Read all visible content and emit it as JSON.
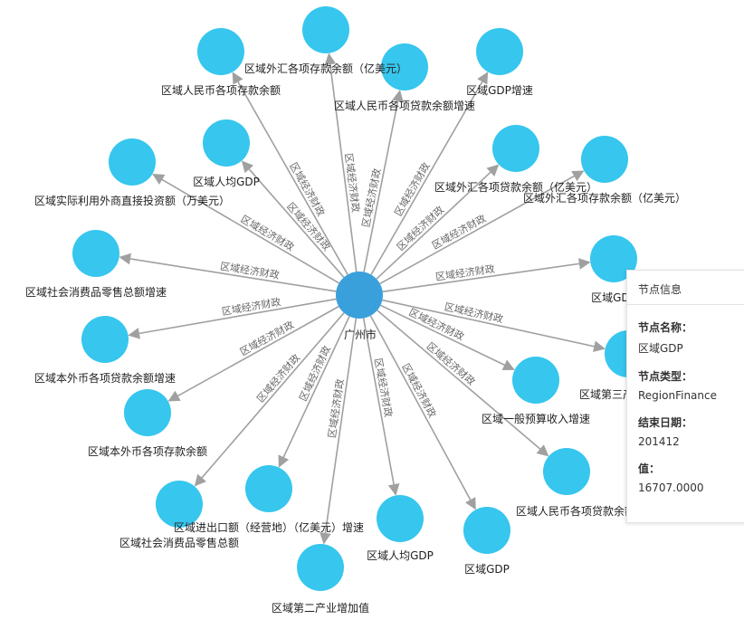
{
  "center": {
    "label": "广州市",
    "color": "#3aa0dc"
  },
  "node_color": "#36c6ee",
  "edge_color": "#a0a0a0",
  "edge_label_text": "区域经济财政",
  "nodes": [
    {
      "label": "区域外汇各项存款余额（亿美元）"
    },
    {
      "label": "区域人民币各项存款余额"
    },
    {
      "label": "区域人民币各项贷款余额增速"
    },
    {
      "label": "区域GDP增速"
    },
    {
      "label": "区域实际利用外商直接投资额（万美元）"
    },
    {
      "label": "区域人均GDP"
    },
    {
      "label": "区域外汇各项贷款余额（亿美元）"
    },
    {
      "label": "区域外汇各项存款余额（亿美元）"
    },
    {
      "label": "区域社会消费品零售总额增速"
    },
    {
      "label": "区域GDP"
    },
    {
      "label": "区域本外币各项贷款余额增速"
    },
    {
      "label": "区域第三产业"
    },
    {
      "label": "区域本外币各项存款余额"
    },
    {
      "label": "区域一般预算收入增速"
    },
    {
      "label": "区域人民币各项贷款余额"
    },
    {
      "label": "区域进出口额（经营地）（亿美元）增速"
    },
    {
      "label": "区域社会消费品零售总额"
    },
    {
      "label": "区域人均GDP"
    },
    {
      "label": "区域GDP"
    },
    {
      "label": "区域第二产业增加值"
    }
  ],
  "info_panel": {
    "title": "节点信息",
    "fields": [
      {
        "key": "节点名称：",
        "value": "区域GDP"
      },
      {
        "key": "节点类型：",
        "value": "RegionFinance"
      },
      {
        "key": "结束日期：",
        "value": "201412"
      },
      {
        "key": "值：",
        "value": "16707.0000"
      }
    ]
  }
}
